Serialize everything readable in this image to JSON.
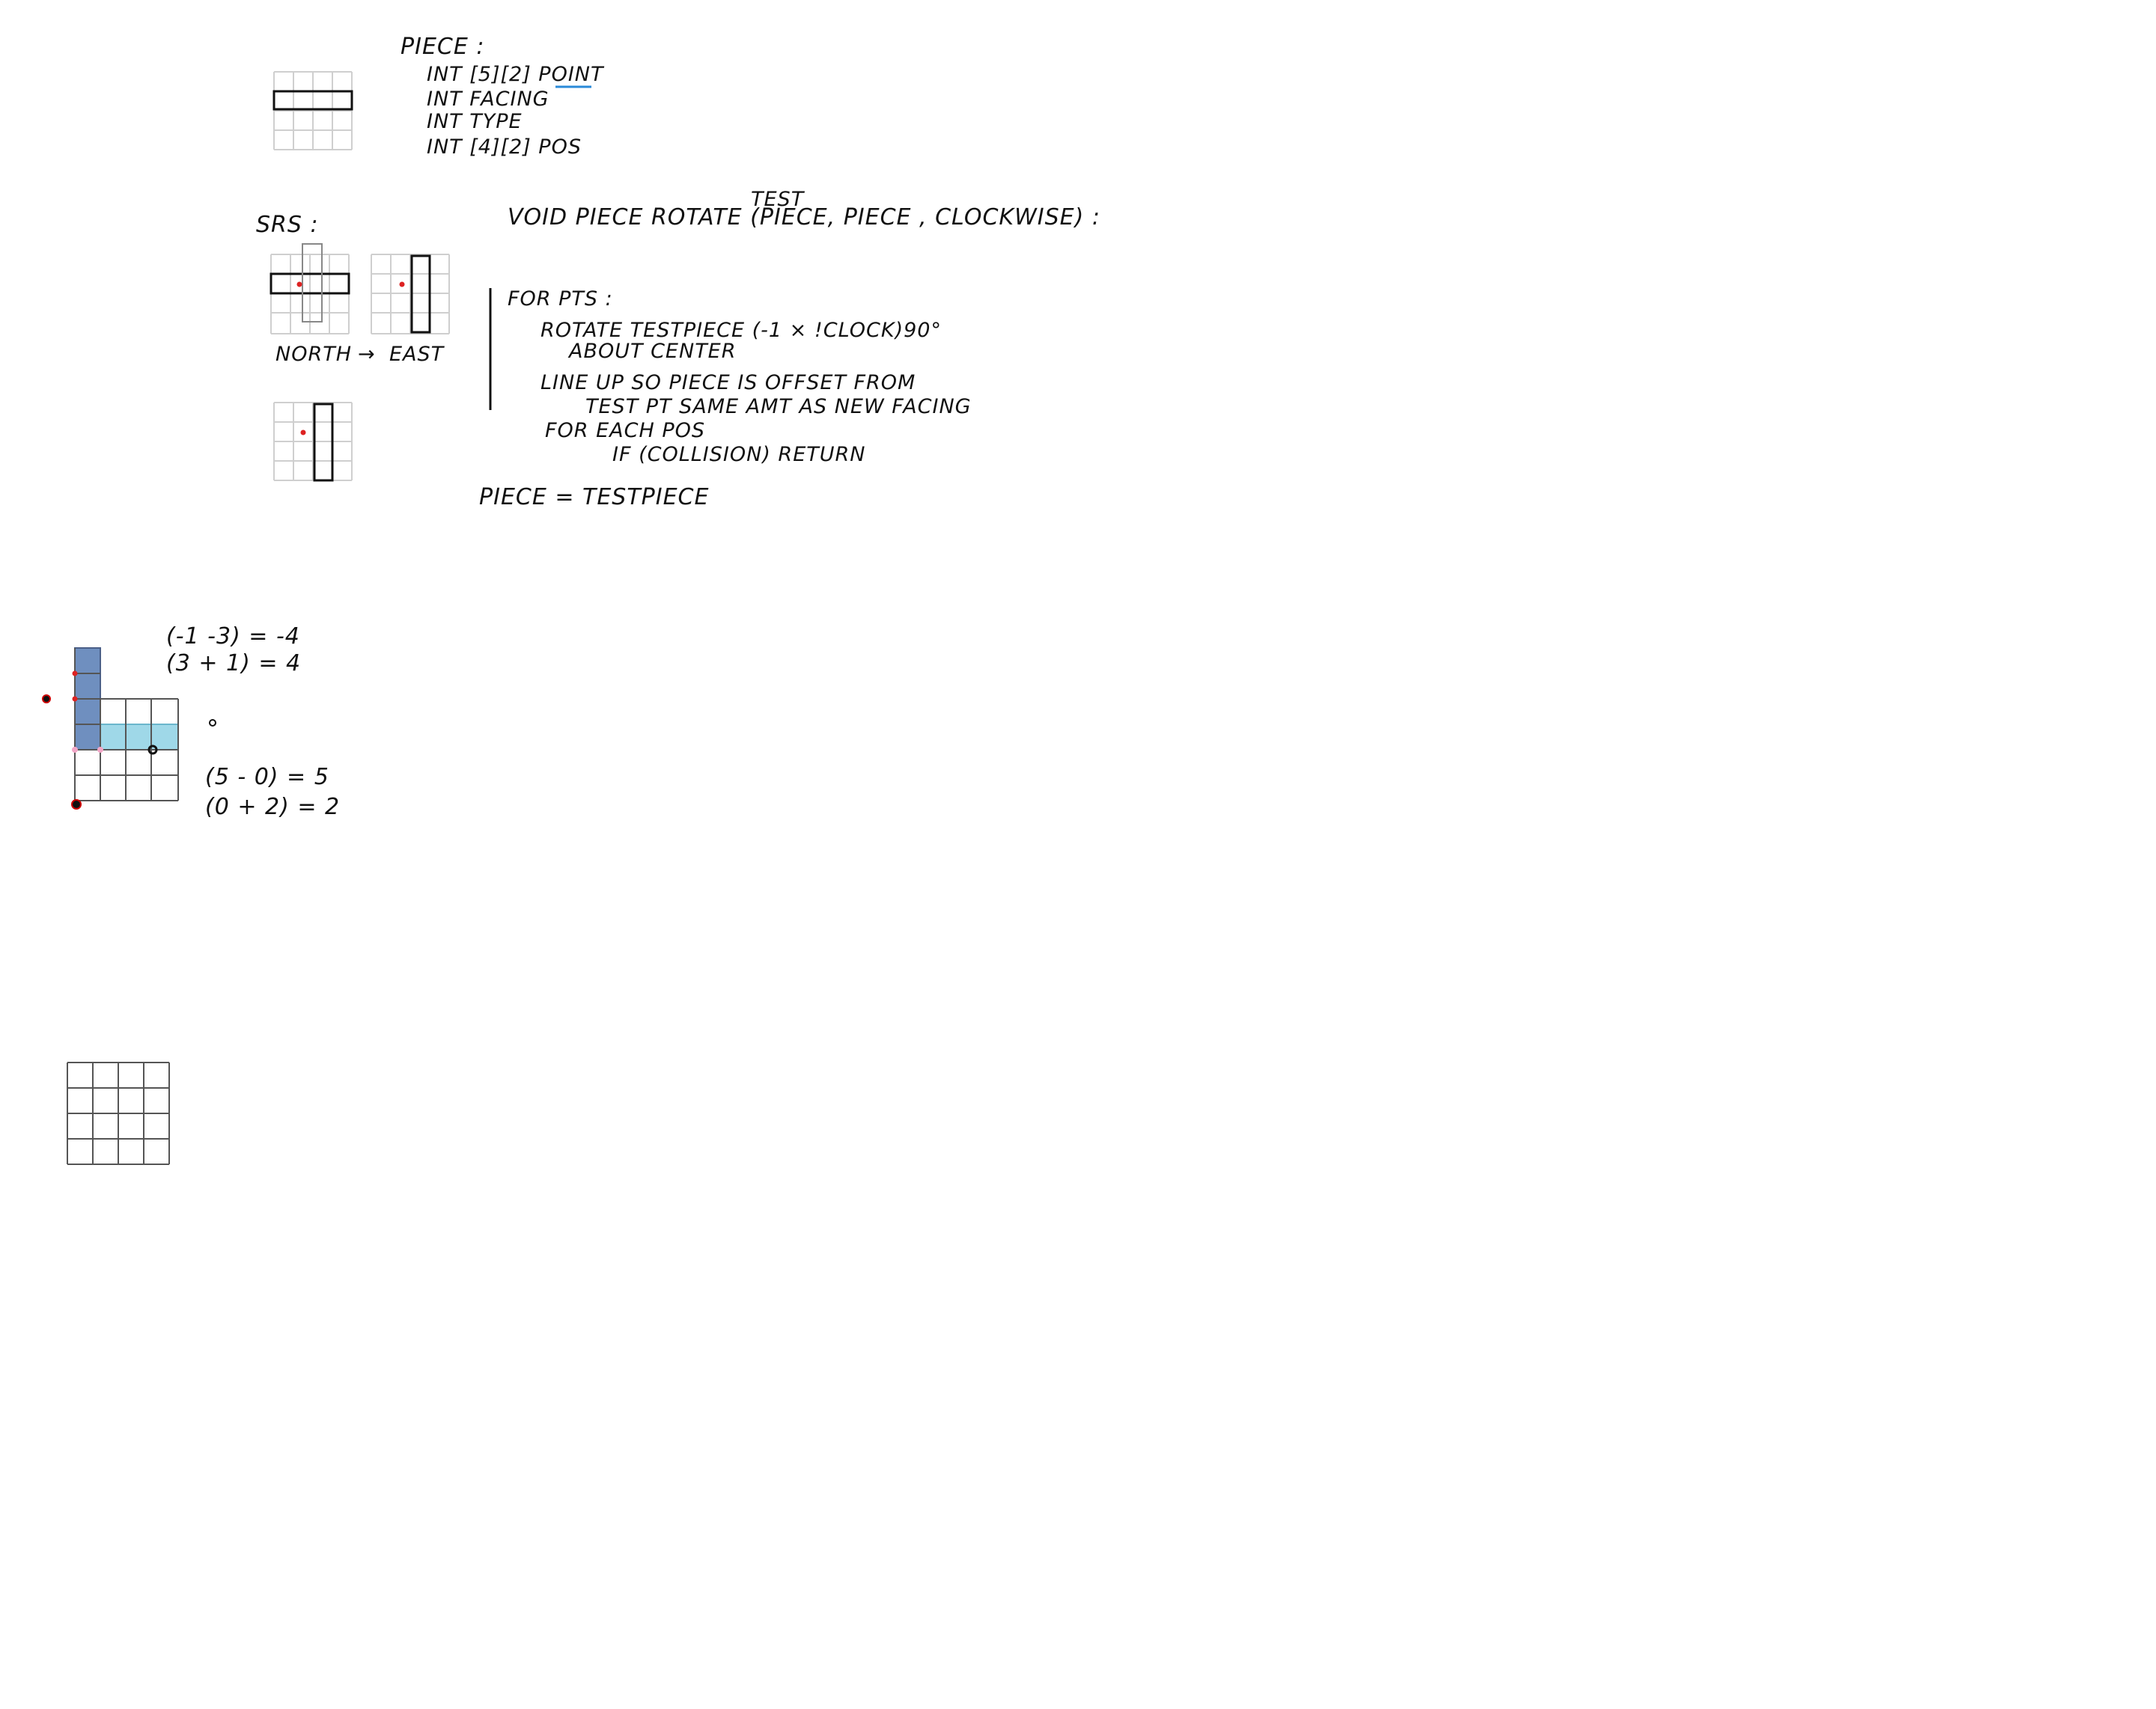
{
  "piece_struct": {
    "title": "PIECE :",
    "fields": [
      "INT [5][2] POINT",
      "INT FACING",
      "INT TYPE",
      "INT [4][2] POS"
    ]
  },
  "srs": {
    "label": "SRS :",
    "north_label": "NORTH",
    "arrow": "→",
    "east_label": "EAST"
  },
  "rotate_fn": {
    "signature": "VOID PIECE ROTATE (PIECE, PIECE , CLOCKWISE) :",
    "test_annotation": "TEST",
    "lines": [
      "FOR PTS :",
      "ROTATE TESTPIECE (-1 × !CLOCK)90°",
      "ABOUT CENTER",
      "LINE UP SO PIECE IS OFFSET FROM",
      "TEST PT SAME AMT AS NEW FACING",
      "FOR EACH POS",
      "IF (COLLISION) RETURN"
    ],
    "final": "PIECE = TESTPIECE"
  },
  "calc_top": {
    "line1": "(-1 -3) = -4",
    "line2": "(3 + 1) = 4"
  },
  "calc_bottom": {
    "line1": "(5 - 0) = 5",
    "line2": "(0 + 2) = 2"
  },
  "colors": {
    "dark_blue_cells": "#6f8fbf",
    "light_blue_cells": "#9fd8e8",
    "red_dot": "#d22",
    "underline_blue": "#2a8ad8"
  }
}
